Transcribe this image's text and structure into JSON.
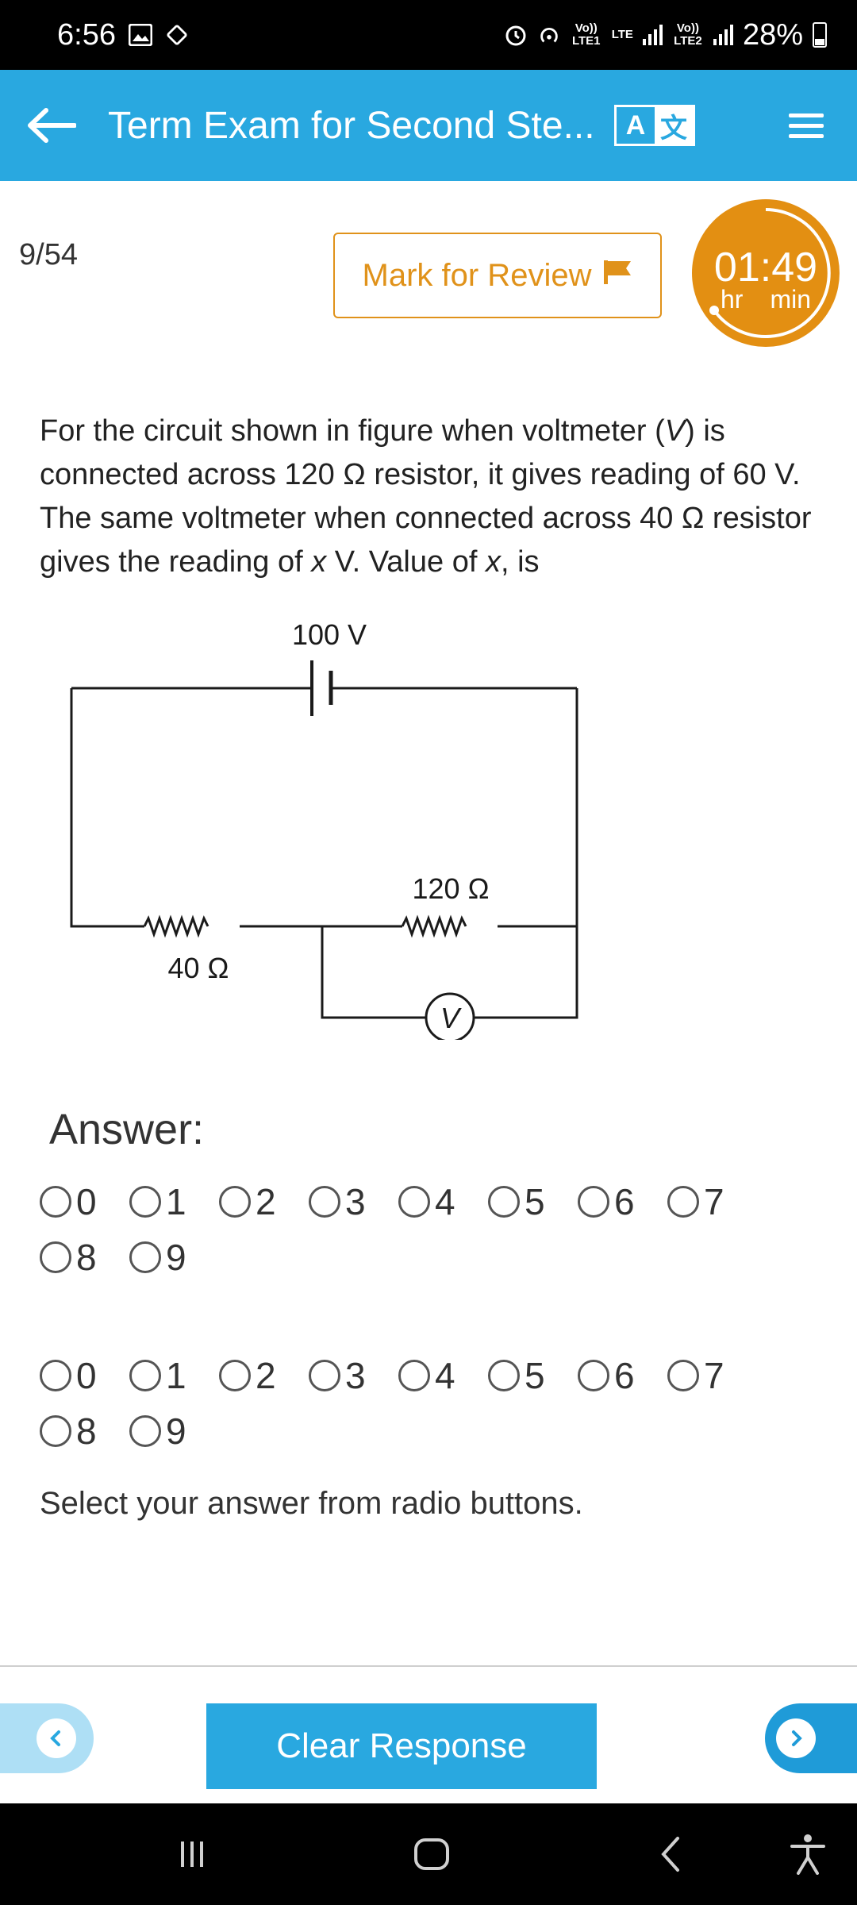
{
  "status_bar": {
    "time": "6:56",
    "battery": "28%",
    "sim1_label": "Vo)) LTE1",
    "lte_label": "LTE",
    "sim2_label": "Vo)) LTE2"
  },
  "app_bar": {
    "title": "Term Exam for Second Ste...",
    "translate_a": "A",
    "translate_b": "文"
  },
  "question_header": {
    "counter": "9/54",
    "mark_for_review": "Mark for Review",
    "timer_value": "01:49",
    "timer_hr": "hr",
    "timer_min": "min"
  },
  "question": {
    "part1": "For the circuit shown in figure when voltmeter (",
    "v_symbol": "V",
    "part2": ") is connected across 120 Ω resistor, it gives reading of 60 V. The same voltmeter when connected across 40 Ω resistor gives the reading of ",
    "x1": "x",
    "part3": " V. Value of ",
    "x2": "x",
    "part4": ", is"
  },
  "circuit": {
    "battery_label": "100 V",
    "resistor_right_label": "120 Ω",
    "resistor_left_label": "40 Ω",
    "voltmeter_label": "V"
  },
  "answer": {
    "label": "Answer:",
    "row1_digits": [
      "0",
      "1",
      "2",
      "3",
      "4",
      "5",
      "6",
      "7",
      "8",
      "9"
    ],
    "row2_digits": [
      "0",
      "1",
      "2",
      "3",
      "4",
      "5",
      "6",
      "7",
      "8",
      "9"
    ],
    "hint": "Select your answer from radio buttons."
  },
  "footer": {
    "clear_response": "Clear Response"
  },
  "colors": {
    "app_bar": "#29a8e0",
    "accent_orange": "#e38f12",
    "review_orange": "#e0921a"
  }
}
